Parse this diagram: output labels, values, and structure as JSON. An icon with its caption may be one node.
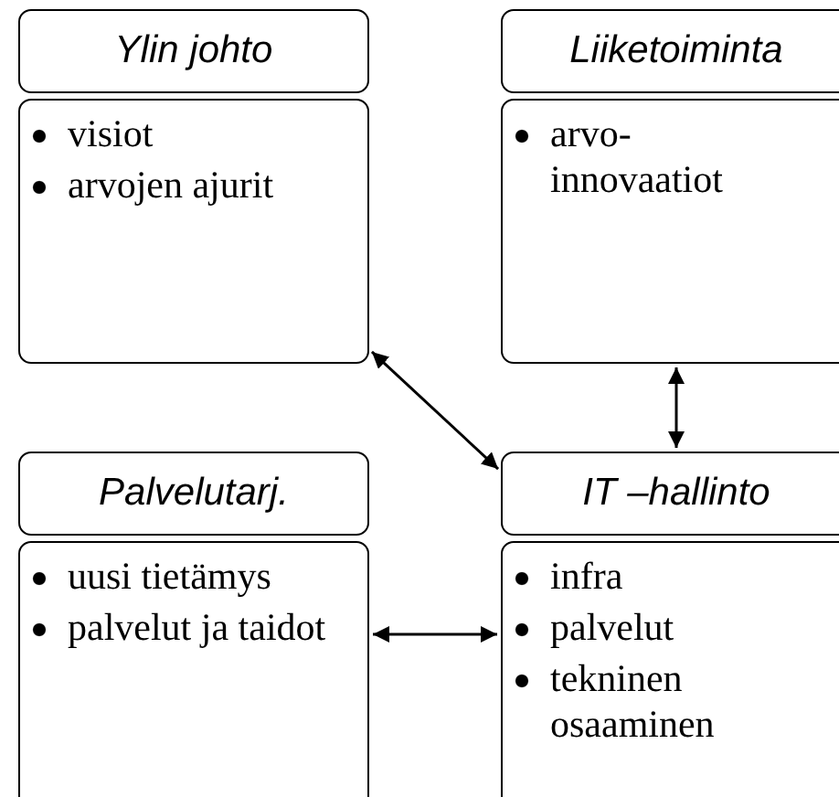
{
  "diagram": {
    "nodes": [
      {
        "text": [
          "Ylin johto",
          "visiot",
          "arvojen ajurit"
        ]
      },
      {
        "text": [
          "Liiketoiminta",
          "arvo- innovaatiot"
        ]
      },
      {
        "text": [
          "Palvelutarj.",
          "uusi tietämys",
          "palvelut ja taidot"
        ]
      },
      {
        "text": [
          "IT –hallinto",
          "infra",
          "palvelut",
          "tekninen osaaminen"
        ]
      }
    ],
    "edges": [
      {
        "from": 0,
        "to": 3,
        "arrow": "both"
      },
      {
        "from": 1,
        "to": 3,
        "arrow": "both"
      },
      {
        "from": 2,
        "to": 3,
        "arrow": "both"
      }
    ]
  }
}
